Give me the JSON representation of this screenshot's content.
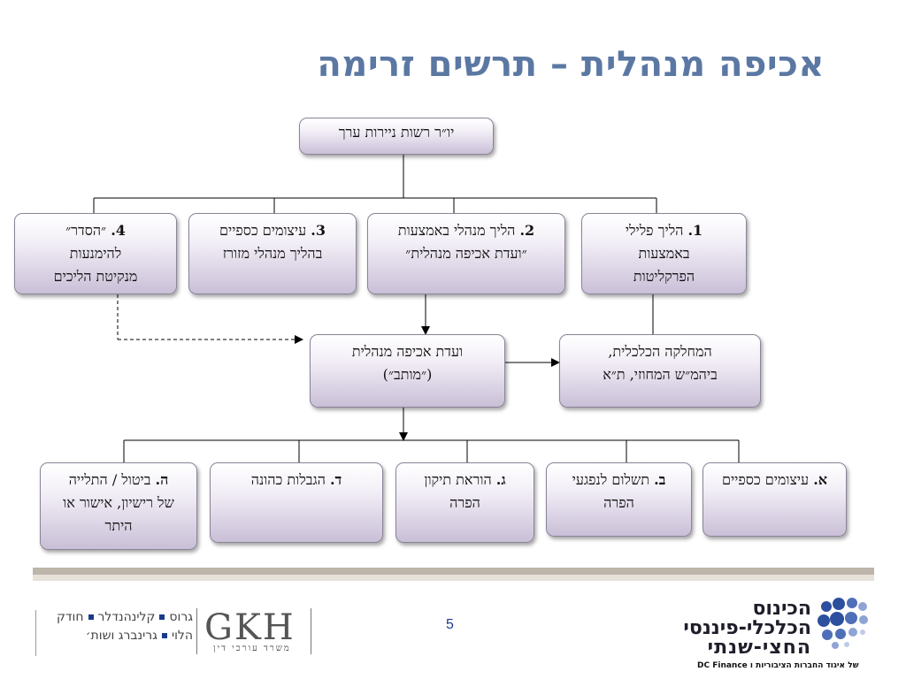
{
  "title": "אכיפה מנהלית – תרשים זרימה",
  "nodes": {
    "root": "יו״ר רשות ניירות ערך",
    "track1": {
      "num": "1.",
      "line1": " הליך פלילי",
      "line2": "באמצעות",
      "line3": "הפרקליטות"
    },
    "track2": {
      "num": "2.",
      "line1": " הליך מנהלי באמצעות",
      "line2": "״ועדת אכיפה מנהלית״"
    },
    "track3": {
      "num": "3.",
      "line1": " עיצומים כספיים",
      "line2": "בהליך מנהלי מזורז"
    },
    "track4": {
      "num": "4.",
      "line1": " ״הסדר״",
      "line2": "להימנעות",
      "line3": "מנקיטת הליכים"
    },
    "committee": {
      "line1": "ועדת אכיפה מנהלית",
      "line2": "(״מותב״)"
    },
    "economic_dept": {
      "line1": "המחלקה הכלכלית,",
      "line2": "ביהמ״ש המחוזי, ת״א"
    },
    "sanction_a": {
      "letter": "א.",
      "line1": " עיצומים כספיים"
    },
    "sanction_b": {
      "letter": "ב.",
      "line1": " תשלום לנפגעי",
      "line2": "הפרה"
    },
    "sanction_c": {
      "letter": "ג.",
      "line1": " הוראת תיקון",
      "line2": "הפרה"
    },
    "sanction_d": {
      "letter": "ד.",
      "line1": " הגבלות כהונה"
    },
    "sanction_e": {
      "letter": "ה.",
      "line1": " ביטול / התלייה",
      "line2": "של רישיון, אישור או",
      "line3": "היתר"
    }
  },
  "footer": {
    "page_number": "5",
    "firm_logo": "GKH",
    "firm_logo_sub": "משרד עורכי דין",
    "firm_line1": [
      "גרוס",
      "קלינהנדלר",
      "חודק"
    ],
    "firm_line2": [
      "הלוי",
      "גרינברג ושות׳"
    ],
    "conference_line1": "הכינוס",
    "conference_line2": "הכלכלי-פיננסי",
    "conference_line3": "החצי-שנתי",
    "conference_sub": "של איגוד החברות הציבוריות ו DC Finance"
  },
  "colors": {
    "title": "#5b78a3",
    "box_top": "#ffffff",
    "box_bottom": "#c9bfd7",
    "page_number": "#1a3a8a",
    "band_dark": "#bdb5aa",
    "band_light": "#e6e1d9",
    "logo_dots": "#2c4f9e"
  }
}
